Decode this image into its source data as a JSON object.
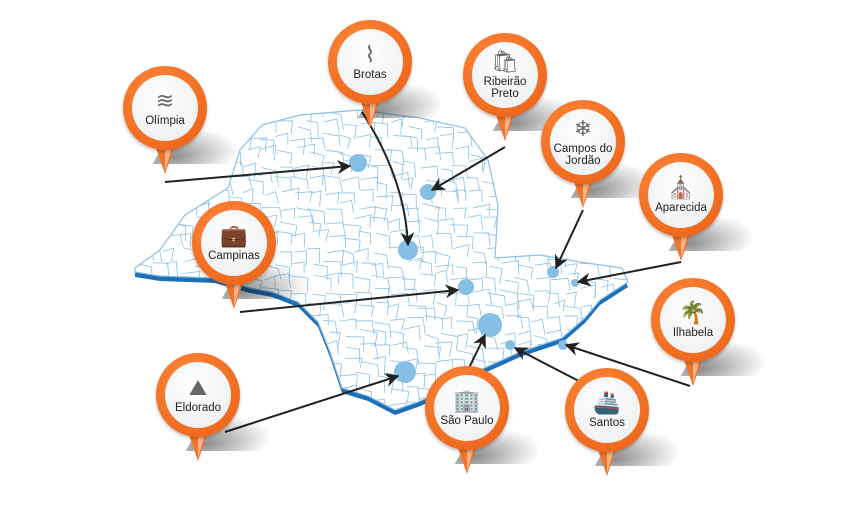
{
  "title": "Destinos turísticos do Estado de São Paulo",
  "colors": {
    "orange": "#f2742a",
    "map_line": "#8cc0e6",
    "map_edge": "#1e6fb8",
    "city": "#86bfe6",
    "arrow": "#222222"
  },
  "pins": [
    {
      "label": "Olímpia",
      "icon": "water-slide-icon",
      "glyph": "≋"
    },
    {
      "label": "Brotas",
      "icon": "waterfall-icon",
      "glyph": "⌇"
    },
    {
      "label": "Ribeirão Preto",
      "icon": "shopping-bag-icon",
      "glyph": "🛍"
    },
    {
      "label": "Campos do Jordão",
      "icon": "snow-cloud-icon",
      "glyph": "❄"
    },
    {
      "label": "Aparecida",
      "icon": "church-icon",
      "glyph": "⛪"
    },
    {
      "label": "Campinas",
      "icon": "suitcase-icon",
      "glyph": "💼"
    },
    {
      "label": "Ilhabela",
      "icon": "palm-tree-icon",
      "glyph": "🌴"
    },
    {
      "label": "Eldorado",
      "icon": "mountain-icon",
      "glyph": "⛰"
    },
    {
      "label": "São Paulo",
      "icon": "city-buildings-icon",
      "glyph": "🏢"
    },
    {
      "label": "Santos",
      "icon": "cruise-ship-icon",
      "glyph": "🚢"
    }
  ]
}
